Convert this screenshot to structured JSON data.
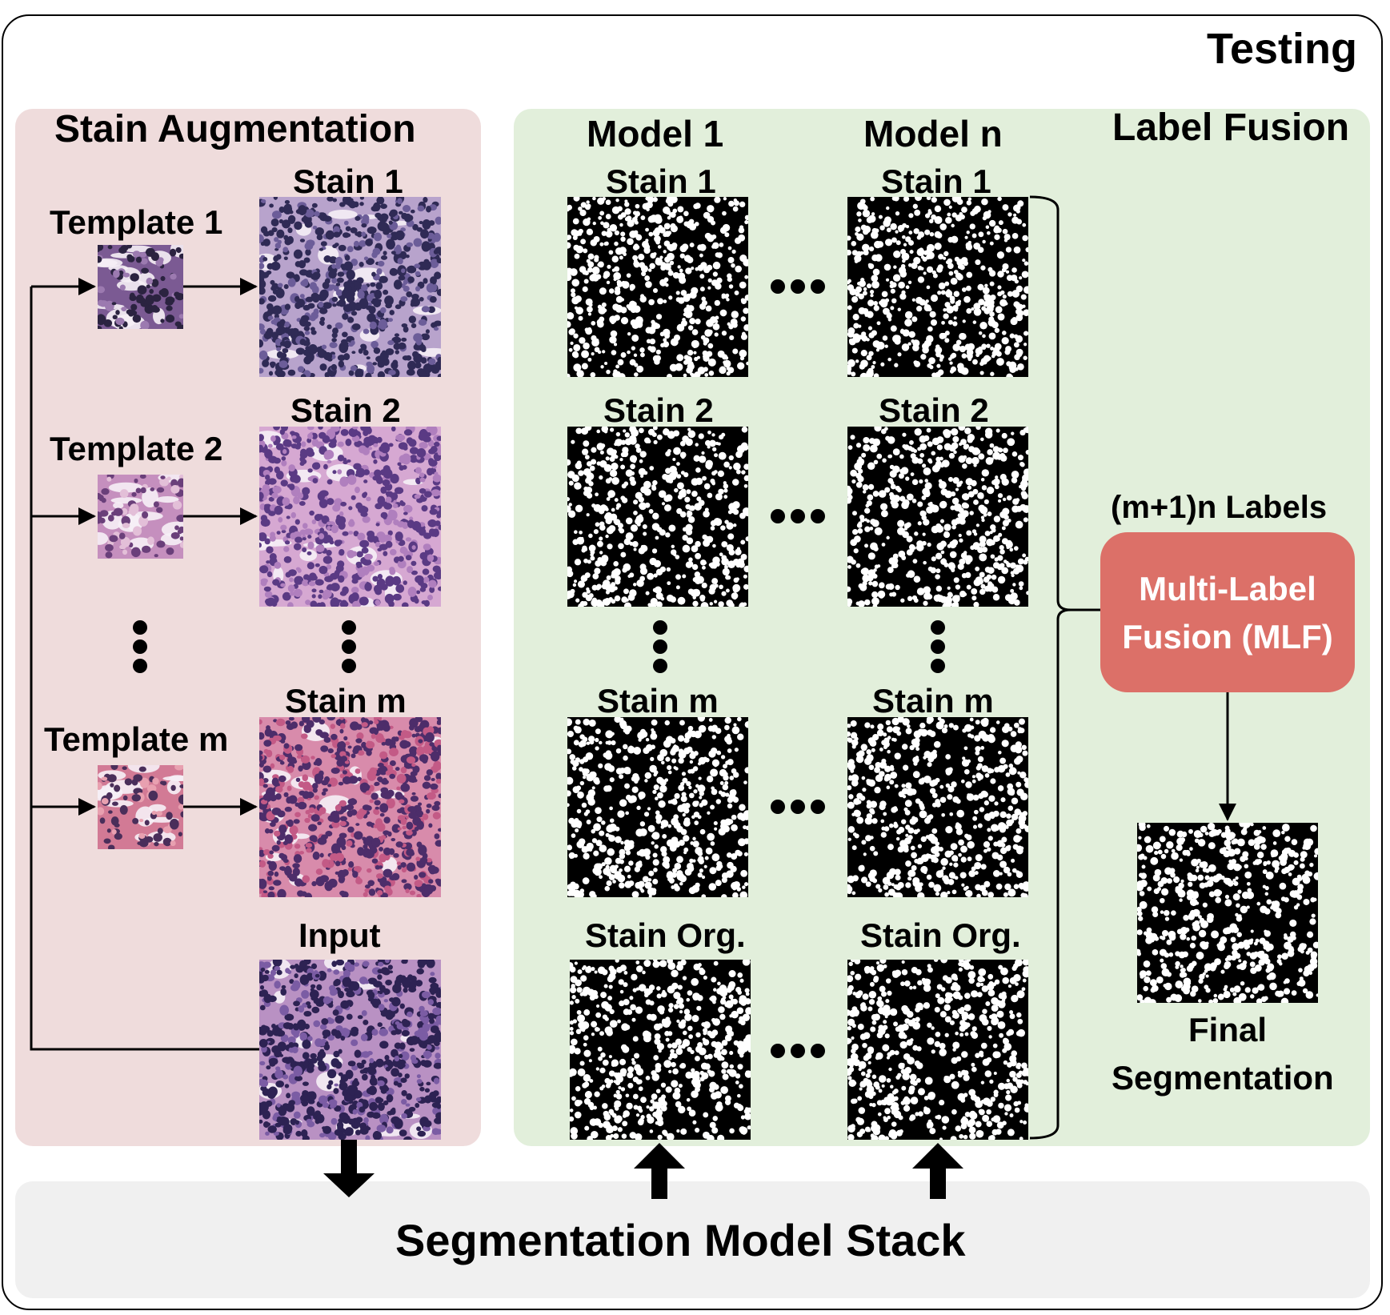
{
  "title": "Testing",
  "colors": {
    "stain_panel": "#efdcdc",
    "fusion_panel": "#e2efdb",
    "stack_panel": "#f0f0f0",
    "mlf_box": "#dc7068",
    "mlf_text": "#ffffff"
  },
  "stain_augmentation": {
    "title": "Stain Augmentation",
    "templates": [
      "Template 1",
      "Template 2",
      "Template m"
    ],
    "stains": [
      "Stain 1",
      "Stain 2",
      "Stain m"
    ],
    "input_label": "Input"
  },
  "label_fusion": {
    "title": "Label Fusion",
    "models": [
      {
        "name": "Model 1",
        "rows": [
          "Stain 1",
          "Stain 2",
          "Stain m",
          "Stain Org."
        ]
      },
      {
        "name": "Model n",
        "rows": [
          "Stain 1",
          "Stain 2",
          "Stain m",
          "Stain Org."
        ]
      }
    ],
    "labels_count": "(m+1)n Labels",
    "mlf_line1": "Multi-Label",
    "mlf_line2": "Fusion (MLF)",
    "final_line1": "Final",
    "final_line2": "Segmentation"
  },
  "stack_title": "Segmentation Model Stack"
}
